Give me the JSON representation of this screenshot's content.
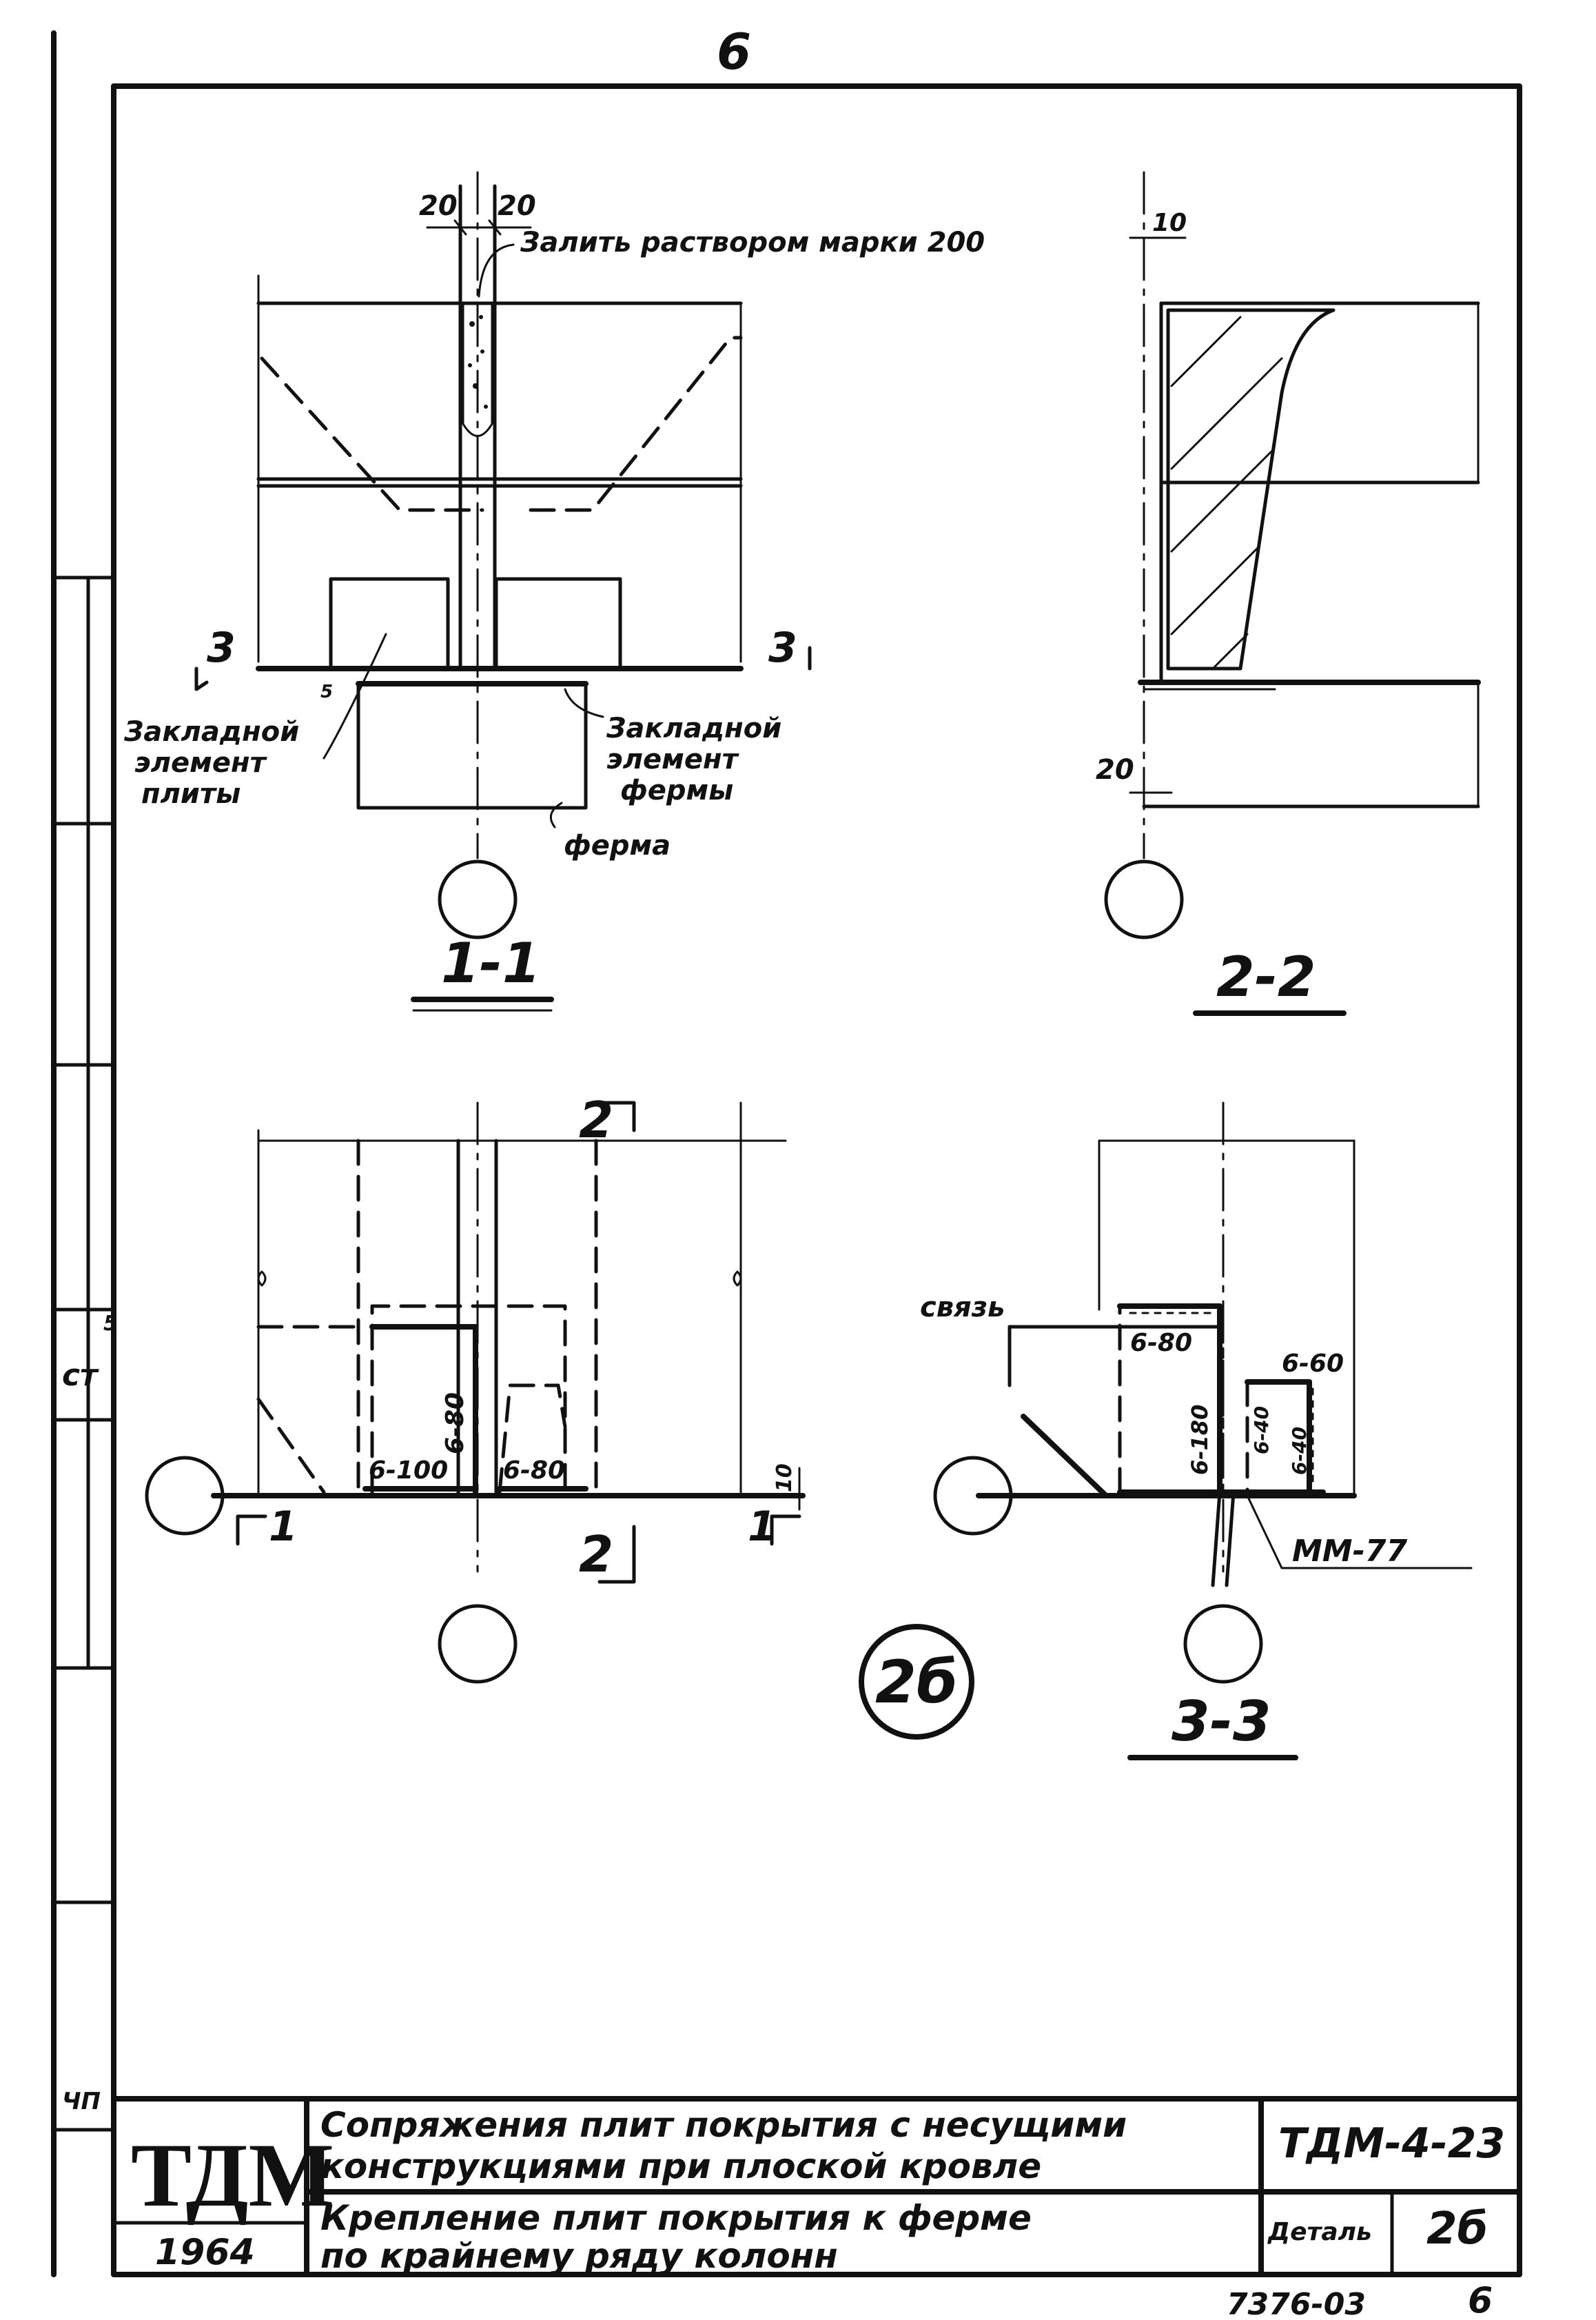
{
  "sheet": {
    "page_number_top": "6",
    "page_number_bottom": "6",
    "archive_number": "7376-03"
  },
  "section_1_1": {
    "title": "1-1",
    "dim_left": "20",
    "dim_right": "20",
    "note_grout": "Залить раствором марки 200",
    "cut_mark_left": "3",
    "cut_mark_right": "3",
    "label_plate_embed_l1": "Закладной",
    "label_plate_embed_l2": "элемент",
    "label_plate_embed_l3": "плиты",
    "label_plate_embed_sup": "5",
    "label_truss_embed_l1": "Закладной",
    "label_truss_embed_l2": "элемент",
    "label_truss_embed_l3": "фермы",
    "label_truss": "ферма"
  },
  "section_2_2": {
    "title": "2-2",
    "dim_top": "10",
    "dim_bottom": "20"
  },
  "plan_view": {
    "cut_mark_top": "2",
    "cut_mark_bottom": "2",
    "cut_mark_left": "1",
    "cut_mark_right": "1",
    "weld_left": "6-100",
    "weld_center": "6-80",
    "weld_vertical": "6-80",
    "dim_right": "10"
  },
  "section_3_3": {
    "title": "3-3",
    "label_tie": "связь",
    "weld_top": "6-80",
    "weld_right": "6-60",
    "weld_vertical": "6-180",
    "weld_inner": "6-40",
    "weld_inner2": "6-40",
    "label_part": "ММ-77"
  },
  "detail_marker": "2б",
  "title_block": {
    "logo": "ТДМ",
    "year": "1964",
    "title_line1": "Сопряжения плит покрытия с несущими",
    "title_line2": "конструкциями при плоской кровле",
    "subtitle_line1": "Крепление плит покрытия к ферме",
    "subtitle_line2": "по крайнему ряду колонн",
    "doc_code": "ТДМ-4-23",
    "detail_label": "Деталь",
    "detail_value": "2б"
  },
  "left_margin": {
    "stamp_fragment_1": "ст",
    "stamp_fragment_2": "5",
    "stamp_fragment_3": "ЧП"
  }
}
